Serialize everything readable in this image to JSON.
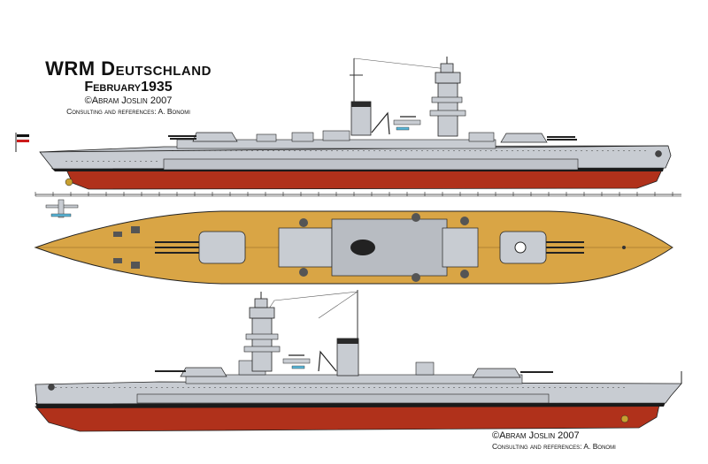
{
  "header": {
    "title": "WRM Deutschland",
    "date": "February1935",
    "copyright": "©Abram Joslin 2007",
    "consulting": "Consulting and references: A. Bonomi"
  },
  "footer": {
    "copyright": "©Abram Joslin 2007",
    "consulting": "Consulting and references: A. Bonomi"
  },
  "colors": {
    "hull_grey": "#c8ccd2",
    "bottom_red": "#b0311b",
    "deck_tan": "#d9a545",
    "boot_black": "#1a1a1a",
    "line": "#222222"
  }
}
